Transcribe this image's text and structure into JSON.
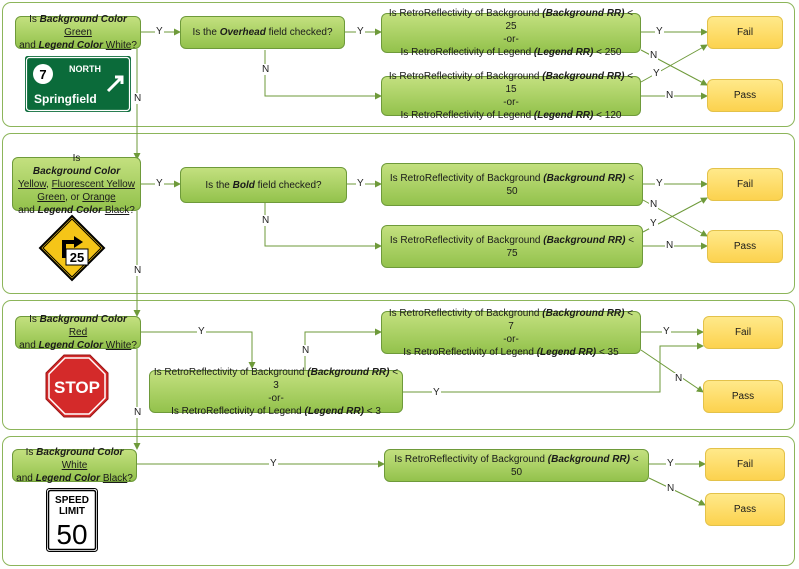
{
  "colors": {
    "band_border": "#8cb55a",
    "node_fill": "#a8d15f",
    "outcome_fill": "#fddc6a",
    "arrow": "#6e9a3a"
  },
  "y": "Y",
  "n": "N",
  "fail": "Fail",
  "pass": "Pass",
  "or": "-or-",
  "is": "Is",
  "and": "and",
  "bg_color": "Background Color",
  "legend_color": "Legend Color",
  "rr_bg_prefix": "Is RetroReflectivity of Background",
  "rr_bg_prefix2": "Is RetroReflectivity of Background",
  "rr_legend_prefix": "Is RetroReflectivity of Legend",
  "bg_rr": "(Background RR)",
  "legend_rr": "(Legend RR)",
  "q": "?",
  "section1": {
    "bg_value": "Green",
    "legend_value": "White",
    "field_q_pre": "Is the",
    "field_name": "Overhead",
    "field_q_post": "field checked?",
    "bg_thresh_fail": "< 25",
    "legend_thresh_fail": "< 250",
    "bg_thresh_pass": "< 15",
    "legend_thresh_pass": "< 120",
    "sign": {
      "route": "7",
      "direction": "NORTH",
      "city": "Springfield"
    }
  },
  "section2": {
    "bg_value_1": "Yellow",
    "bg_value_2": "Fluorescent Yellow Green",
    "bg_value_3": "Orange",
    "or_word": "or",
    "legend_value": "Black",
    "field_q_pre": "Is the",
    "field_name": "Bold",
    "field_q_post": "field checked?",
    "bg_thresh_fail": "< 50",
    "bg_thresh_pass": "< 75",
    "sign": {
      "speed": "25"
    }
  },
  "section3": {
    "bg_value": "Red",
    "legend_value": "White",
    "bg_thresh_fail": "< 7",
    "legend_thresh_fail": "< 35",
    "bg_thresh_pass": "< 3",
    "legend_thresh_pass": "< 3",
    "sign": {
      "text": "STOP"
    }
  },
  "section4": {
    "bg_value": "White",
    "legend_value": "Black",
    "bg_thresh": "< 50",
    "sign": {
      "line1": "SPEED",
      "line2": "LIMIT",
      "value": "50"
    }
  }
}
